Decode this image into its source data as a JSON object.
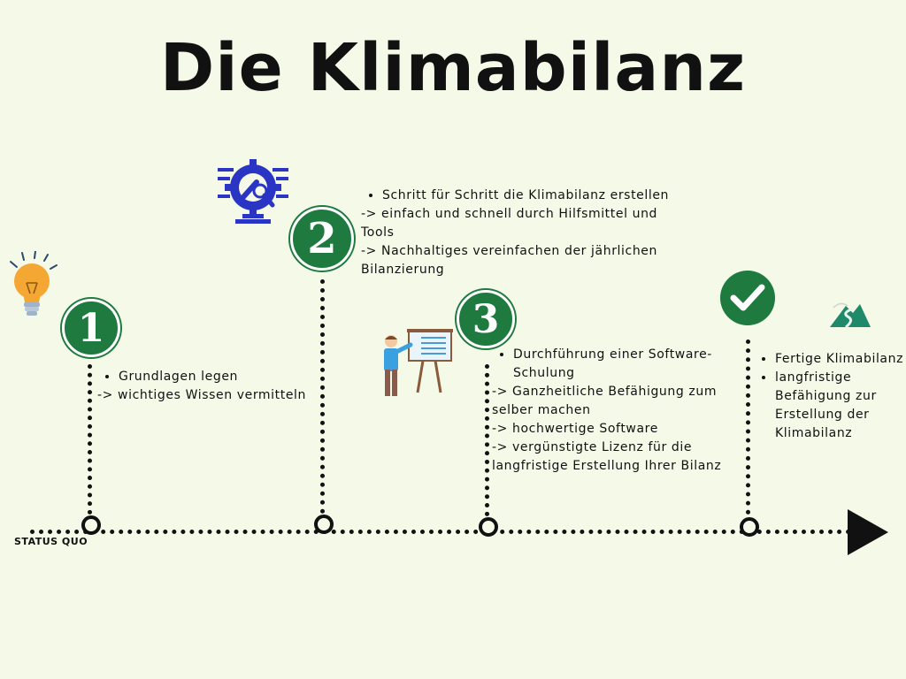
{
  "title": "Die Klimabilanz",
  "axis_label": "STATUS QUO",
  "colors": {
    "background": "#f4f9e8",
    "badge_green": "#1e7a3e",
    "line": "#111111",
    "icon_blue": "#2a35c4"
  },
  "steps": [
    {
      "number": "1",
      "icon": "lightbulb-icon",
      "bullets": [
        "Grundlagen legen"
      ],
      "lines": [
        "-> wichtiges Wissen vermitteln"
      ]
    },
    {
      "number": "2",
      "icon": "gear-wrench-computer-icon",
      "bullets": [
        "Schritt für Schritt die Klimabilanz erstellen"
      ],
      "lines": [
        "-> einfach und schnell durch Hilfsmittel und Tools",
        "-> Nachhaltiges vereinfachen der jährlichen Bilanzierung"
      ]
    },
    {
      "number": "3",
      "icon": "presenter-whiteboard-icon",
      "bullets": [
        "Durchführung einer Software-Schulung"
      ],
      "lines": [
        "-> Ganzheitliche Befähigung zum selber machen",
        "-> hochwertige Software",
        "-> vergünstigte Lizenz für die langfristige Erstellung Ihrer Bilanz"
      ]
    },
    {
      "number": "✔",
      "icon": "mountain-path-icon",
      "bullets": [
        "Fertige Klimabilanz",
        "langfristige Befähigung zur Erstellung der Klimabilanz"
      ],
      "lines": []
    }
  ]
}
